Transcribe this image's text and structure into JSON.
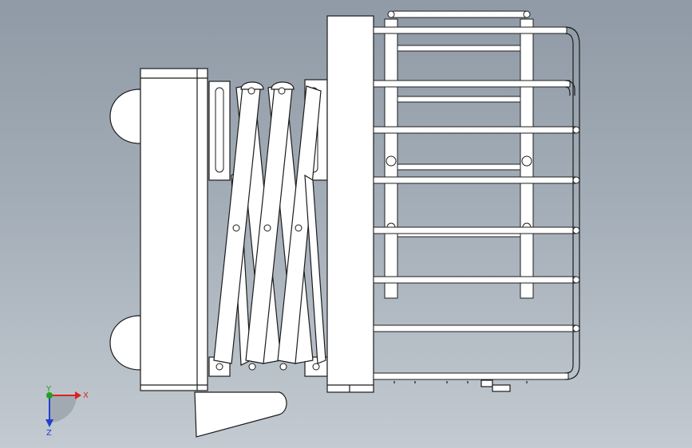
{
  "view": {
    "background_top": "#8f9aa6",
    "background_bottom": "#c3cad1",
    "part_fill": "#ffffff",
    "outline": "#1c1c1c"
  },
  "triad": {
    "x_label": "X",
    "y_label": "Y",
    "z_label": "Z",
    "x_color": "#e02020",
    "y_color": "#20a020",
    "z_color": "#2040d0"
  }
}
